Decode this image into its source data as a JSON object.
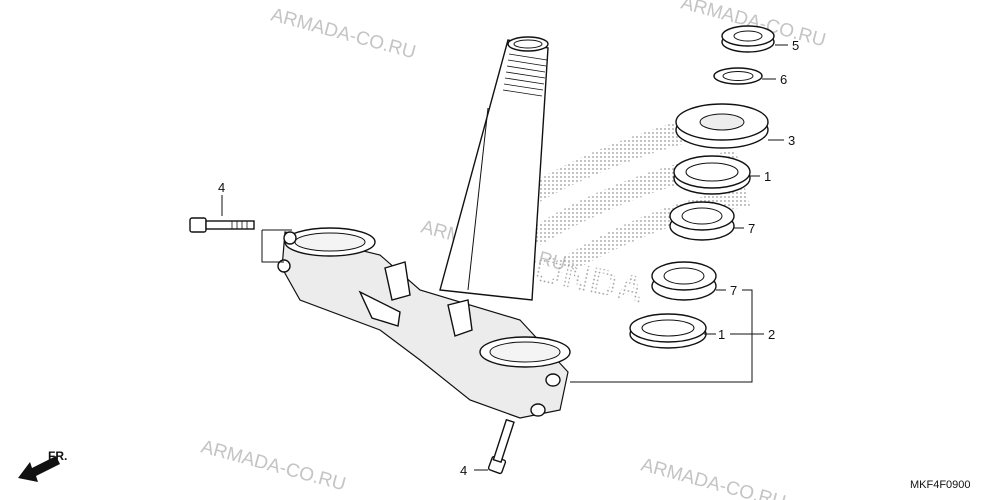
{
  "watermark": "ARMADA-CO.RU",
  "brand_logo": "HONDA",
  "diagram_code": "MKF4F0900",
  "front_label": "FR.",
  "callouts": {
    "c1_upper": "1",
    "c1_lower": "1",
    "c2": "2",
    "c3": "3",
    "c4_top": "4",
    "c4_bottom": "4",
    "c5": "5",
    "c6": "6",
    "c7_upper": "7",
    "c7_lower": "7"
  },
  "icons": {
    "front_arrow": "arrow-down-left-icon"
  }
}
